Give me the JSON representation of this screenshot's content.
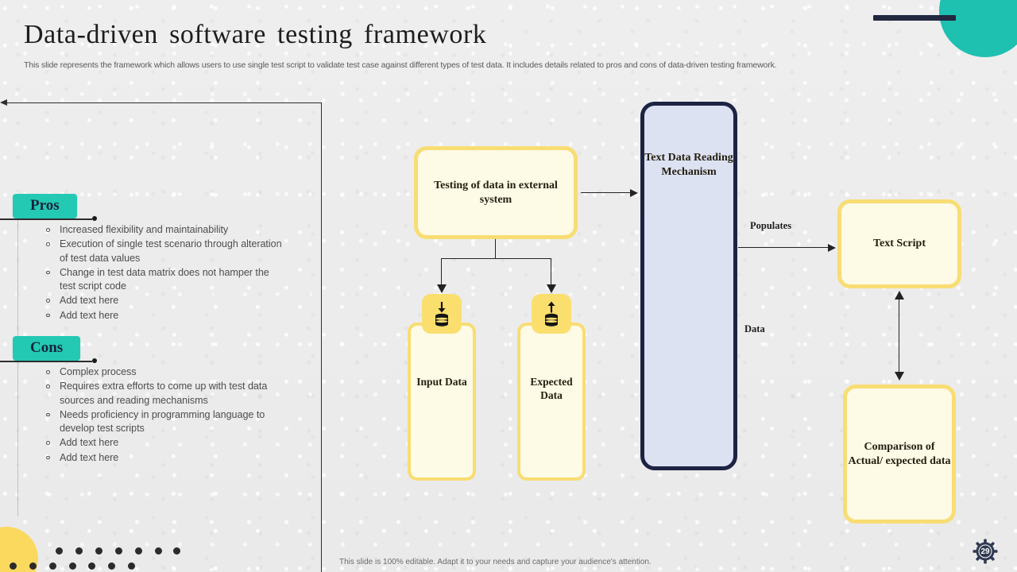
{
  "slide": {
    "title": "Data-driven software testing framework",
    "subtitle": "This slide represents the framework which allows users to use single test script to validate test case against different types of test data. It includes details related to pros and cons of data-driven testing framework.",
    "footer_note": "This slide is 100% editable. Adapt it to your needs and capture your audience's attention.",
    "page_number": "29"
  },
  "colors": {
    "teal": "#23c9b3",
    "navy": "#1d2342",
    "yellow_border": "#f8dd74",
    "yellow_fill": "#fdfae6",
    "lavender_fill": "#dde2f2",
    "yellow_circle": "#fbd95f",
    "background": "#ececec"
  },
  "panels": [
    {
      "id": "pros",
      "badge": "Pros",
      "items": [
        "Increased flexibility  and maintainability",
        "Execution of single test scenario through alteration of test data values",
        "Change in test data matrix does not hamper the test script code",
        "Add text here",
        "Add text here"
      ]
    },
    {
      "id": "cons",
      "badge": "Cons",
      "items": [
        "Complex process",
        "Requires extra efforts to come up with test data sources and reading mechanisms",
        "Needs proficiency in programming language to develop test scripts",
        "Add text here",
        "Add text here"
      ]
    }
  ],
  "diagram": {
    "nodes": {
      "testing_external": "Testing of  data in external system",
      "text_data_reading": "Text Data Reading Mechanism",
      "input_data": "Input Data",
      "expected_data": "Expected Data",
      "text_script": "Text Script",
      "comparison": "Comparison of  Actual/ expected data"
    },
    "icons": {
      "input": "database-download-icon",
      "expected": "database-upload-icon"
    },
    "edge_labels": {
      "populates": "Populates",
      "data": "Data"
    }
  },
  "decorations": {
    "teal_circle": "teal-circle-decoration",
    "dark_bar": "dark-bar-decoration",
    "yellow_circle": "yellow-circle-decoration",
    "dot_grid": "dot-grid-decoration"
  }
}
